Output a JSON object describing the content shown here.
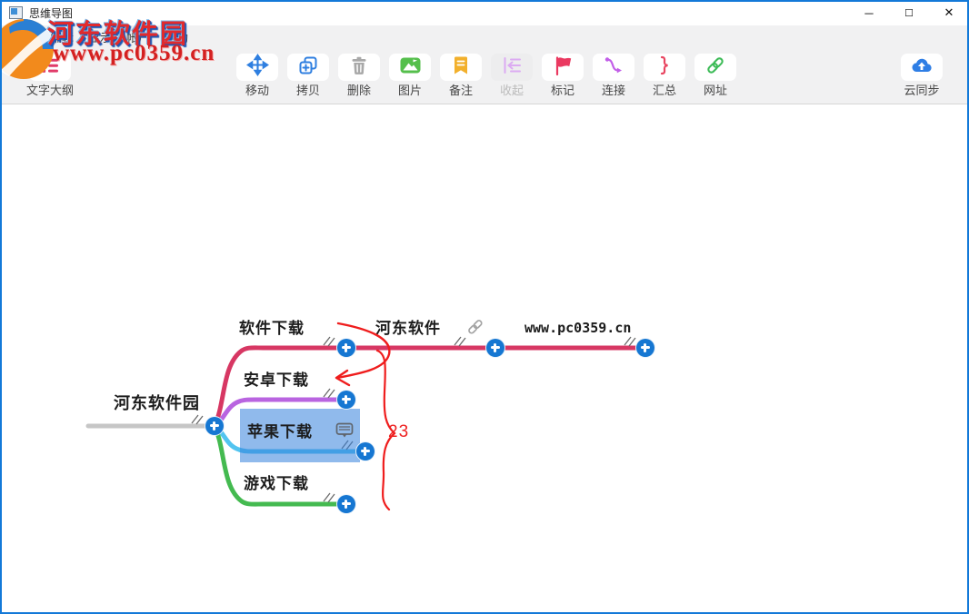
{
  "window": {
    "title": "思维导图",
    "controls": {
      "minimize": "─",
      "maximize": "☐",
      "close": "✕"
    }
  },
  "menu": {
    "items": [
      "文件",
      "编辑",
      "显示",
      "帐户",
      "帮助"
    ]
  },
  "toolbar": {
    "buttons": [
      {
        "label": "文字大纲",
        "icon": "outline-list-icon",
        "enabled": true
      },
      {
        "label": "移动",
        "icon": "move-arrows-icon",
        "enabled": true
      },
      {
        "label": "拷贝",
        "icon": "copy-icon",
        "enabled": true
      },
      {
        "label": "删除",
        "icon": "trash-icon",
        "enabled": true
      },
      {
        "label": "图片",
        "icon": "image-icon",
        "enabled": true
      },
      {
        "label": "备注",
        "icon": "note-bookmark-icon",
        "enabled": true
      },
      {
        "label": "收起",
        "icon": "collapse-icon",
        "enabled": false
      },
      {
        "label": "标记",
        "icon": "flag-icon",
        "enabled": true
      },
      {
        "label": "连接",
        "icon": "connector-icon",
        "enabled": true
      },
      {
        "label": "汇总",
        "icon": "summary-brace-icon",
        "enabled": true,
        "glyph": "}"
      },
      {
        "label": "网址",
        "icon": "link-icon",
        "enabled": true
      },
      {
        "label": "云同步",
        "icon": "cloud-sync-icon",
        "enabled": true
      }
    ]
  },
  "watermark": {
    "site_name": "河东软件园",
    "site_url": "www.pc0359.cn"
  },
  "mindmap": {
    "nodes": [
      {
        "label": "河东软件园",
        "role": "root",
        "branch_color": "#c6c6c6"
      },
      {
        "label": "软件下载",
        "branch_color": "#d73763"
      },
      {
        "label": "河东软件",
        "branch_color": "#d73763",
        "has_link_icon": true
      },
      {
        "label": "www.pc0359.cn",
        "branch_color": "#d73763"
      },
      {
        "label": "安卓下载",
        "branch_color": "#b964e0"
      },
      {
        "label": "苹果下载",
        "branch_color": "#52c4f0",
        "selected": true,
        "has_note_icon": true
      },
      {
        "label": "游戏下载",
        "branch_color": "#44ba50"
      }
    ],
    "annotations": {
      "summary_text": "23",
      "ink_color": "#ee2222"
    }
  },
  "colors": {
    "accent_blue": "#1677d2",
    "selection_fill": "rgba(52,130,220,0.55)",
    "window_border": "#1379d8",
    "toolbar_bg": "#f1f1f2"
  }
}
